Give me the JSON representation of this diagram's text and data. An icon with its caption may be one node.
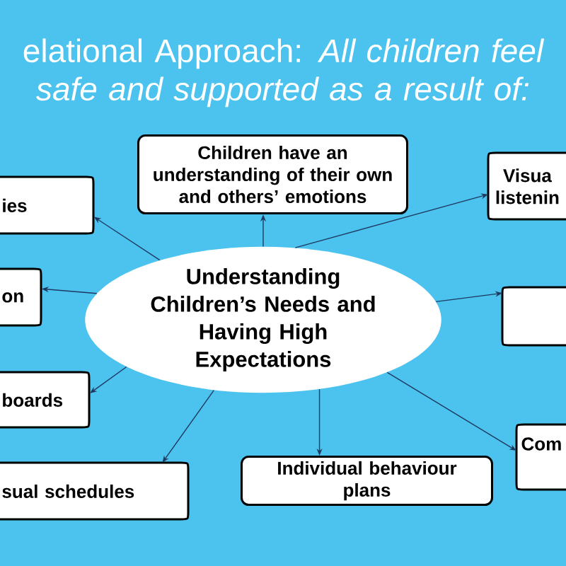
{
  "diagram": {
    "title": "elational Approach: *All children feel safe and supported as a result of:*",
    "nodes": [
      {
        "text": [
          "Understanding Children’s Needs and Having High Expectations"
        ]
      },
      {
        "text": [
          "Children have an understanding of their own and others’ emotions"
        ]
      },
      {
        "text": [
          "ies"
        ]
      },
      {
        "text": [
          "Visua listenin"
        ]
      },
      {
        "text": [
          "on"
        ]
      },
      {
        "text": [],
        "shape": "box"
      },
      {
        "text": [
          "boards"
        ]
      },
      {
        "text": [
          "sual schedules"
        ]
      },
      {
        "text": [
          "Individual behaviour plans"
        ]
      },
      {
        "text": [
          "Com"
        ]
      }
    ],
    "edges": [
      {
        "from": 0,
        "to": 1,
        "arrow": "to"
      },
      {
        "from": 0,
        "to": 2,
        "arrow": "to"
      },
      {
        "from": 0,
        "to": 3,
        "arrow": "to"
      },
      {
        "from": 0,
        "to": 4,
        "arrow": "to"
      },
      {
        "from": 0,
        "to": 5,
        "arrow": "to"
      },
      {
        "from": 0,
        "to": 6,
        "arrow": "to"
      },
      {
        "from": 0,
        "to": 7,
        "arrow": "to"
      },
      {
        "from": 0,
        "to": 8,
        "arrow": "to"
      },
      {
        "from": 0,
        "to": 9,
        "arrow": "to"
      }
    ]
  }
}
